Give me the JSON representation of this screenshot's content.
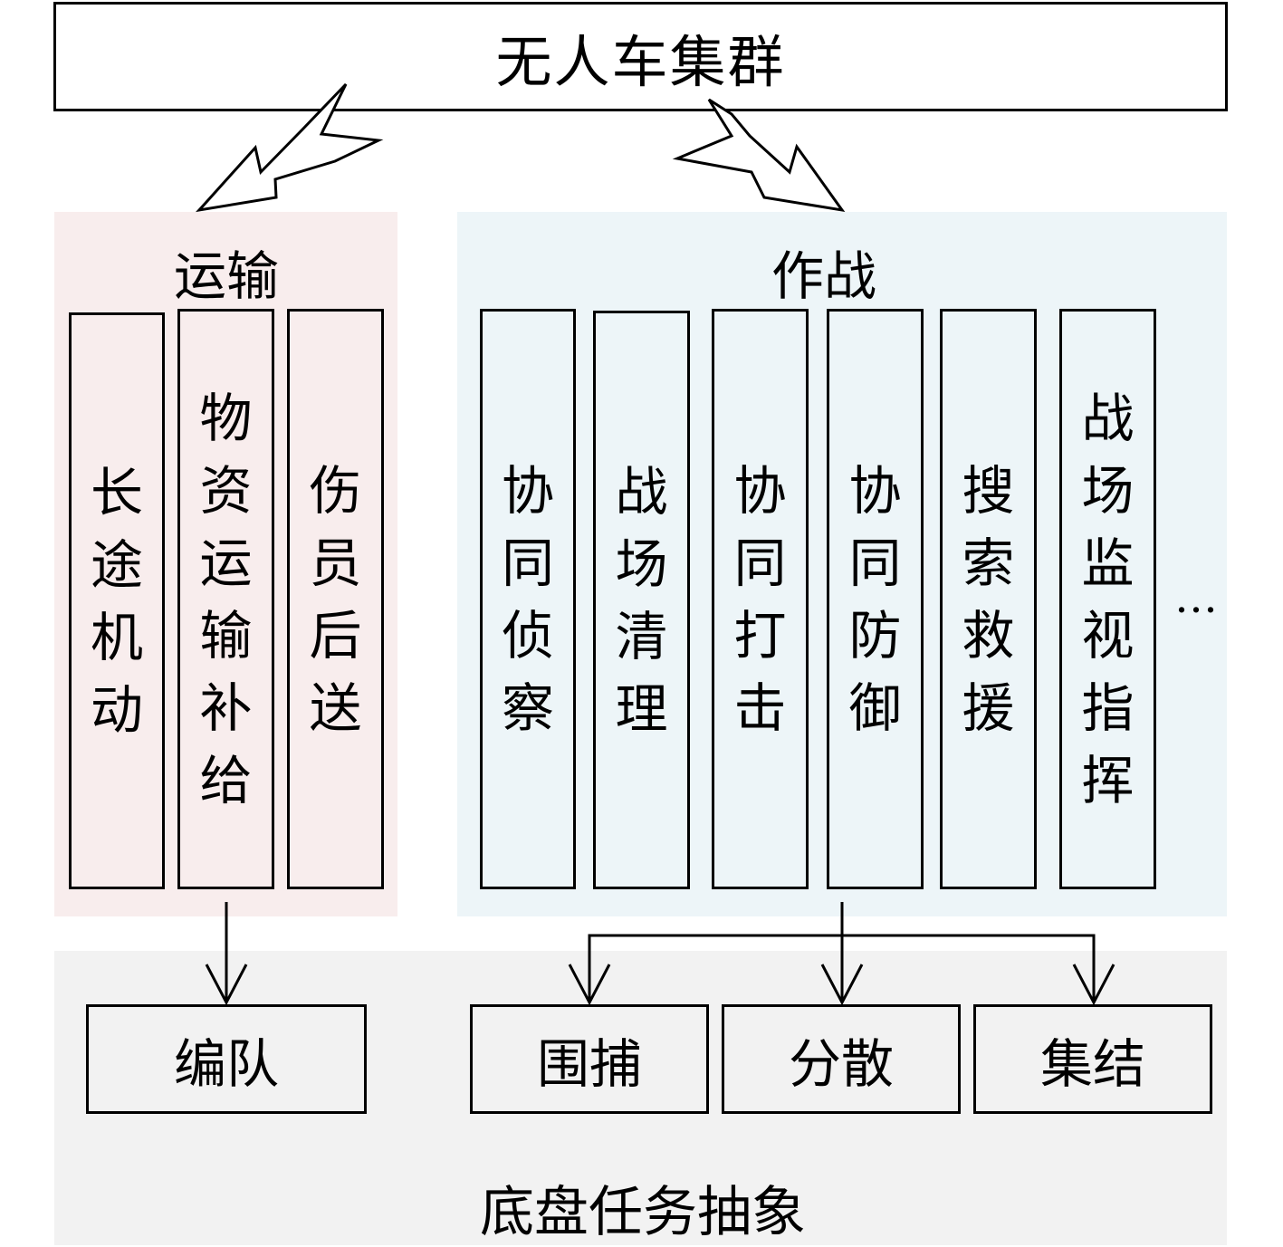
{
  "cluster": {
    "title": "无人车集群"
  },
  "transport": {
    "title": "运输",
    "items": [
      {
        "label": "长途机动"
      },
      {
        "label": "物资运输补给"
      },
      {
        "label": "伤员后送"
      }
    ]
  },
  "combat": {
    "title": "作战",
    "items": [
      {
        "label": "协同侦察"
      },
      {
        "label": "战场清理"
      },
      {
        "label": "协同打击"
      },
      {
        "label": "协同防御"
      },
      {
        "label": "搜索救援"
      },
      {
        "label": "战场监视指挥"
      }
    ],
    "ellipsis": "…"
  },
  "chassis": {
    "title": "底盘任务抽象",
    "tasks": [
      {
        "label": "编队"
      },
      {
        "label": "围捕"
      },
      {
        "label": "分散"
      },
      {
        "label": "集结"
      }
    ]
  },
  "colors": {
    "transport_bg": "#f8eded",
    "combat_bg": "#edf5f8",
    "chassis_bg": "#f2f2f2"
  }
}
